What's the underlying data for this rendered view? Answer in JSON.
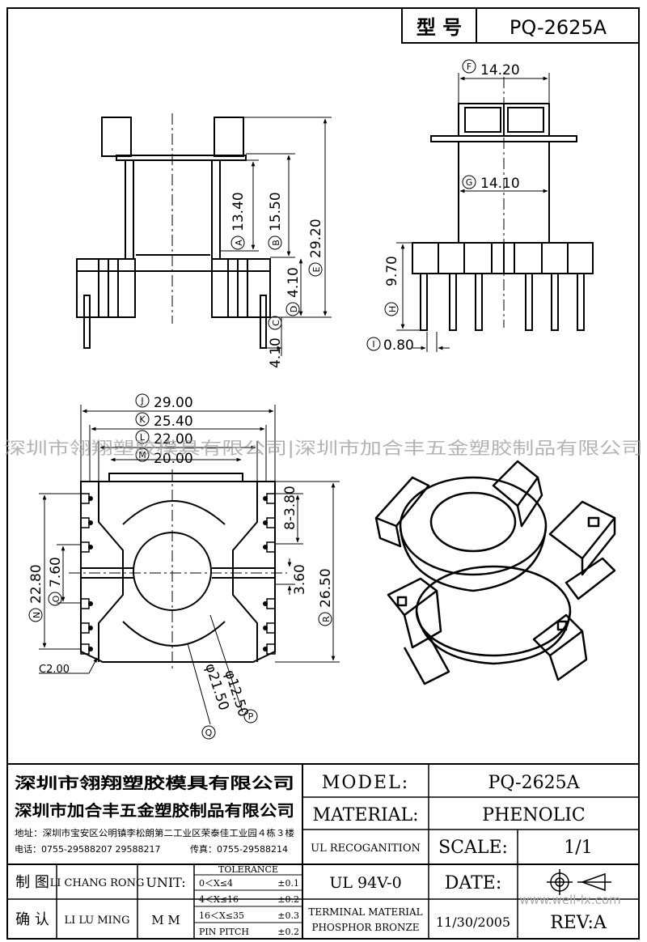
{
  "header": {
    "label": "型 号",
    "model": "PQ-2625A"
  },
  "watermark": {
    "text": "深圳市翎翔塑胶模具有限公司|深圳市加合丰五金塑胶制品有限公司",
    "site": "www.well-lx.com"
  },
  "dimensions": {
    "A": "13.40",
    "B": "15.50",
    "E": "29.20",
    "D": "4.10",
    "C": "4.10",
    "F": "14.20",
    "G": "14.10",
    "H": "9.70",
    "I": "0.80",
    "J": "29.00",
    "K": "25.40",
    "L": "22.00",
    "M": "20.00",
    "slot": "8-3.80",
    "center": "3.60",
    "R": "26.50",
    "N": "22.80",
    "O": "7.60",
    "chamfer": "C2.00",
    "P": "φ12.50",
    "Q": "φ21.50"
  },
  "markers": {
    "A": "A",
    "B": "B",
    "C": "C",
    "D": "D",
    "E": "E",
    "F": "F",
    "G": "G",
    "H": "H",
    "I": "I",
    "J": "J",
    "K": "K",
    "L": "L",
    "M": "M",
    "N": "N",
    "O": "O",
    "P": "P",
    "Q": "Q",
    "R": "R"
  },
  "title_block": {
    "company1": "深圳市翎翔塑胶模具有限公司",
    "company2": "深圳市加合丰五金塑胶制品有限公司",
    "address": "地址：深圳市宝安区公明镇李松朗第二工业区荣泰佳工业园４栋３楼",
    "phone": "电话：0755-29588207  29588217",
    "fax": "传真：0755-29588214",
    "model_label": "MODEL:",
    "model_value": "PQ-2625A",
    "material_label": "MATERIAL:",
    "material_value": "PHENOLIC",
    "ul_label": "UL RECOGANITION",
    "ul_value": "UL 94V-0",
    "scale_label": "SCALE:",
    "scale_value": "1/1",
    "date_label": "DATE:",
    "terminal_label_1": "TERMINAL MATERIAL",
    "terminal_label_2": "PHOSPHOR  BRONZE",
    "date_value": "11/30/2005",
    "rev": "REV:A",
    "made_by_label": "制 图",
    "made_by": "LI CHANG RONG",
    "checked_label": "确 认",
    "checked_by": "LI LU MING",
    "unit_label": "UNIT:",
    "unit_value": "M M",
    "tolerance": {
      "title": "TOLERANCE",
      "rows": [
        {
          "range": "0＜X≤4",
          "value": "±0.1"
        },
        {
          "range": "4＜X≤16",
          "value": "±0.2"
        },
        {
          "range": "16＜X≤35",
          "value": "±0.3"
        },
        {
          "range": "PIN PITCH",
          "value": "±0.2"
        }
      ]
    }
  }
}
